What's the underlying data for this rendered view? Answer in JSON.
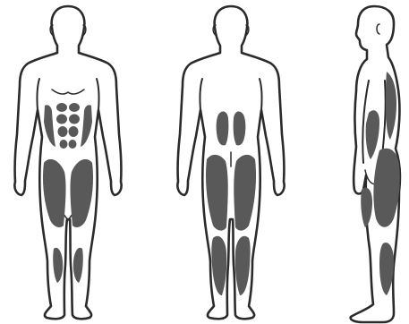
{
  "figure": {
    "views": [
      {
        "view": "front",
        "highlighted_muscles": [
          "abdominals",
          "quadriceps",
          "calves"
        ]
      },
      {
        "view": "back",
        "highlighted_muscles": [
          "lower back",
          "hamstrings",
          "calves"
        ]
      },
      {
        "view": "side",
        "highlighted_muscles": [
          "back",
          "gluteals",
          "hamstrings",
          "calves"
        ]
      }
    ],
    "colors": {
      "outline": "#2b2b2b",
      "highlight": "#595959",
      "background": "#ffffff"
    }
  }
}
